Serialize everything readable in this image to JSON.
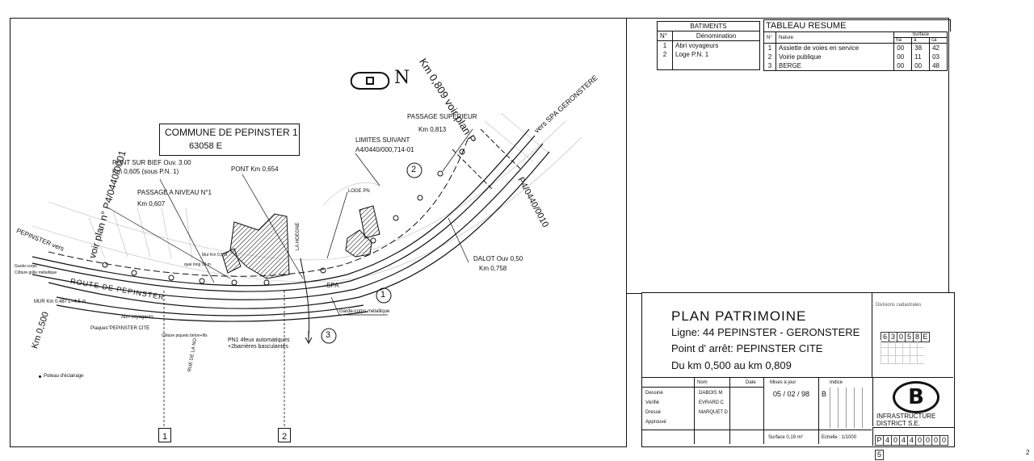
{
  "map": {
    "commune_line1": "COMMUNE DE PEPINSTER 1",
    "commune_line2": "63058 E",
    "north_label": "N",
    "km_809_label": "Km 0,809 voir plan P",
    "spa_direction": "vers SPA GERONSTERE",
    "passage_superieur": "PASSAGE SUPERIEUR",
    "passage_superieur_km": "Km 0,813",
    "limites_line1": "LIMITES SUIVANT",
    "limites_line2": "A4/0440/000,714-01",
    "pont_sur_bief_line1": "PONT SUR BIEF Ouv. 3.00",
    "pont_sur_bief_line2": "Km 0,605 (sous P.N. 1)",
    "pont_km": "PONT Km 0,654",
    "passage_niveau_line1": "PASSAGE A NIVEAU N°1",
    "passage_niveau_line2": "Km 0,607",
    "loge_pn": "LOGE PN",
    "dalot_line1": "DALOT Ouv 0,50",
    "dalot_line2": "Km 0,758",
    "plan_ref_right": "P4/0440/0010",
    "plan_ref_left": "voir plan n° P4/0440/0001",
    "pepinster_vers": "PEPINSTER vers",
    "km_500": "Km 0,500",
    "route_de_pepinster": "ROUTE DE PEPINSTER",
    "spa_label": "SPA",
    "garde_corps_left": "Garde-corps",
    "cloture_grille": "Clôture grille métallique",
    "mur_km": "MUR Km 0,487 L=4,5 m",
    "abri_voyageurs": "Abri voyageurs",
    "plaques": "Plaques\"PEPINSTER CITE",
    "cloture_piquets": "Clôture piquets béton+fils",
    "rue_de_la_no": "RUE DE LA NO",
    "pn1_line1": "PN1  4feux automatiques",
    "pn1_line2": "+2barrières basculantes",
    "garde_corps_metal": "Garde-corps métallique",
    "la_hoegne": "LA HOEGNE",
    "mur_km_576": "Mur Km 0,576",
    "quai": "quai long 18 m",
    "poteau": "Poteau d'éclairage",
    "circle_1": "1",
    "circle_2": "2",
    "circle_3": "3",
    "box_1": "1",
    "box_2": "2"
  },
  "batiments": {
    "title": "BATIMENTS",
    "col_no": "N°",
    "col_denomination": "Dénomination",
    "rows": [
      {
        "no": "1",
        "name": "Abri voyageurs"
      },
      {
        "no": "2",
        "name": "Loge  P.N. 1"
      }
    ]
  },
  "tableau": {
    "title": "TABLEAU RESUME",
    "col_no": "N°",
    "col_nature": "Nature",
    "col_surface": "Surface",
    "col_ha": "ha",
    "col_a": "a",
    "col_ca": "ca",
    "rows": [
      {
        "no": "1",
        "nature": "Assiette de voies en service",
        "ha": "00",
        "a": "38",
        "ca": "42"
      },
      {
        "no": "2",
        "nature": "Voirie publique",
        "ha": "00",
        "a": "11",
        "ca": "03"
      },
      {
        "no": "3",
        "nature": "BERGE",
        "ha": "00",
        "a": "00",
        "ca": "48"
      }
    ]
  },
  "cartouche": {
    "title": "PLAN PATRIMOINE",
    "ligne": "Ligne: 44  PEPINSTER - GERONSTERE",
    "point_arret": "Point d' arrêt: PEPINSTER CITE",
    "km_range": "Du  km  0,500  au  km  0,809",
    "divisions_label": "Divisions cadastrales",
    "cadastre_code": [
      "6",
      "3",
      "0",
      "5",
      "8",
      "E"
    ],
    "hdr_nom": "Nom",
    "hdr_date": "Date",
    "hdr_mise_a_jour": "Mises à jour",
    "hdr_indice": "Indice",
    "rows": [
      {
        "role": "Dessiné",
        "name": "DABOIS  M"
      },
      {
        "role": "Vérifié",
        "name": "EVRARD  C"
      },
      {
        "role": "Dressé",
        "name": "MARQUET  D"
      },
      {
        "role": "Approuvé",
        "name": ""
      }
    ],
    "update_date": "05 / 02 / 98",
    "update_indice": "B",
    "surface": "Surface  0,19  m²",
    "echelle": "Echelle : 1/1000",
    "logo_letter": "B",
    "company_line1": "INFRASTRUCTURE",
    "company_line2": "DISTRICT S.E.",
    "plan_number": [
      "P",
      "4",
      "0",
      "4",
      "4",
      "0",
      "0",
      "0",
      "0",
      "5"
    ]
  },
  "page_number": "2"
}
